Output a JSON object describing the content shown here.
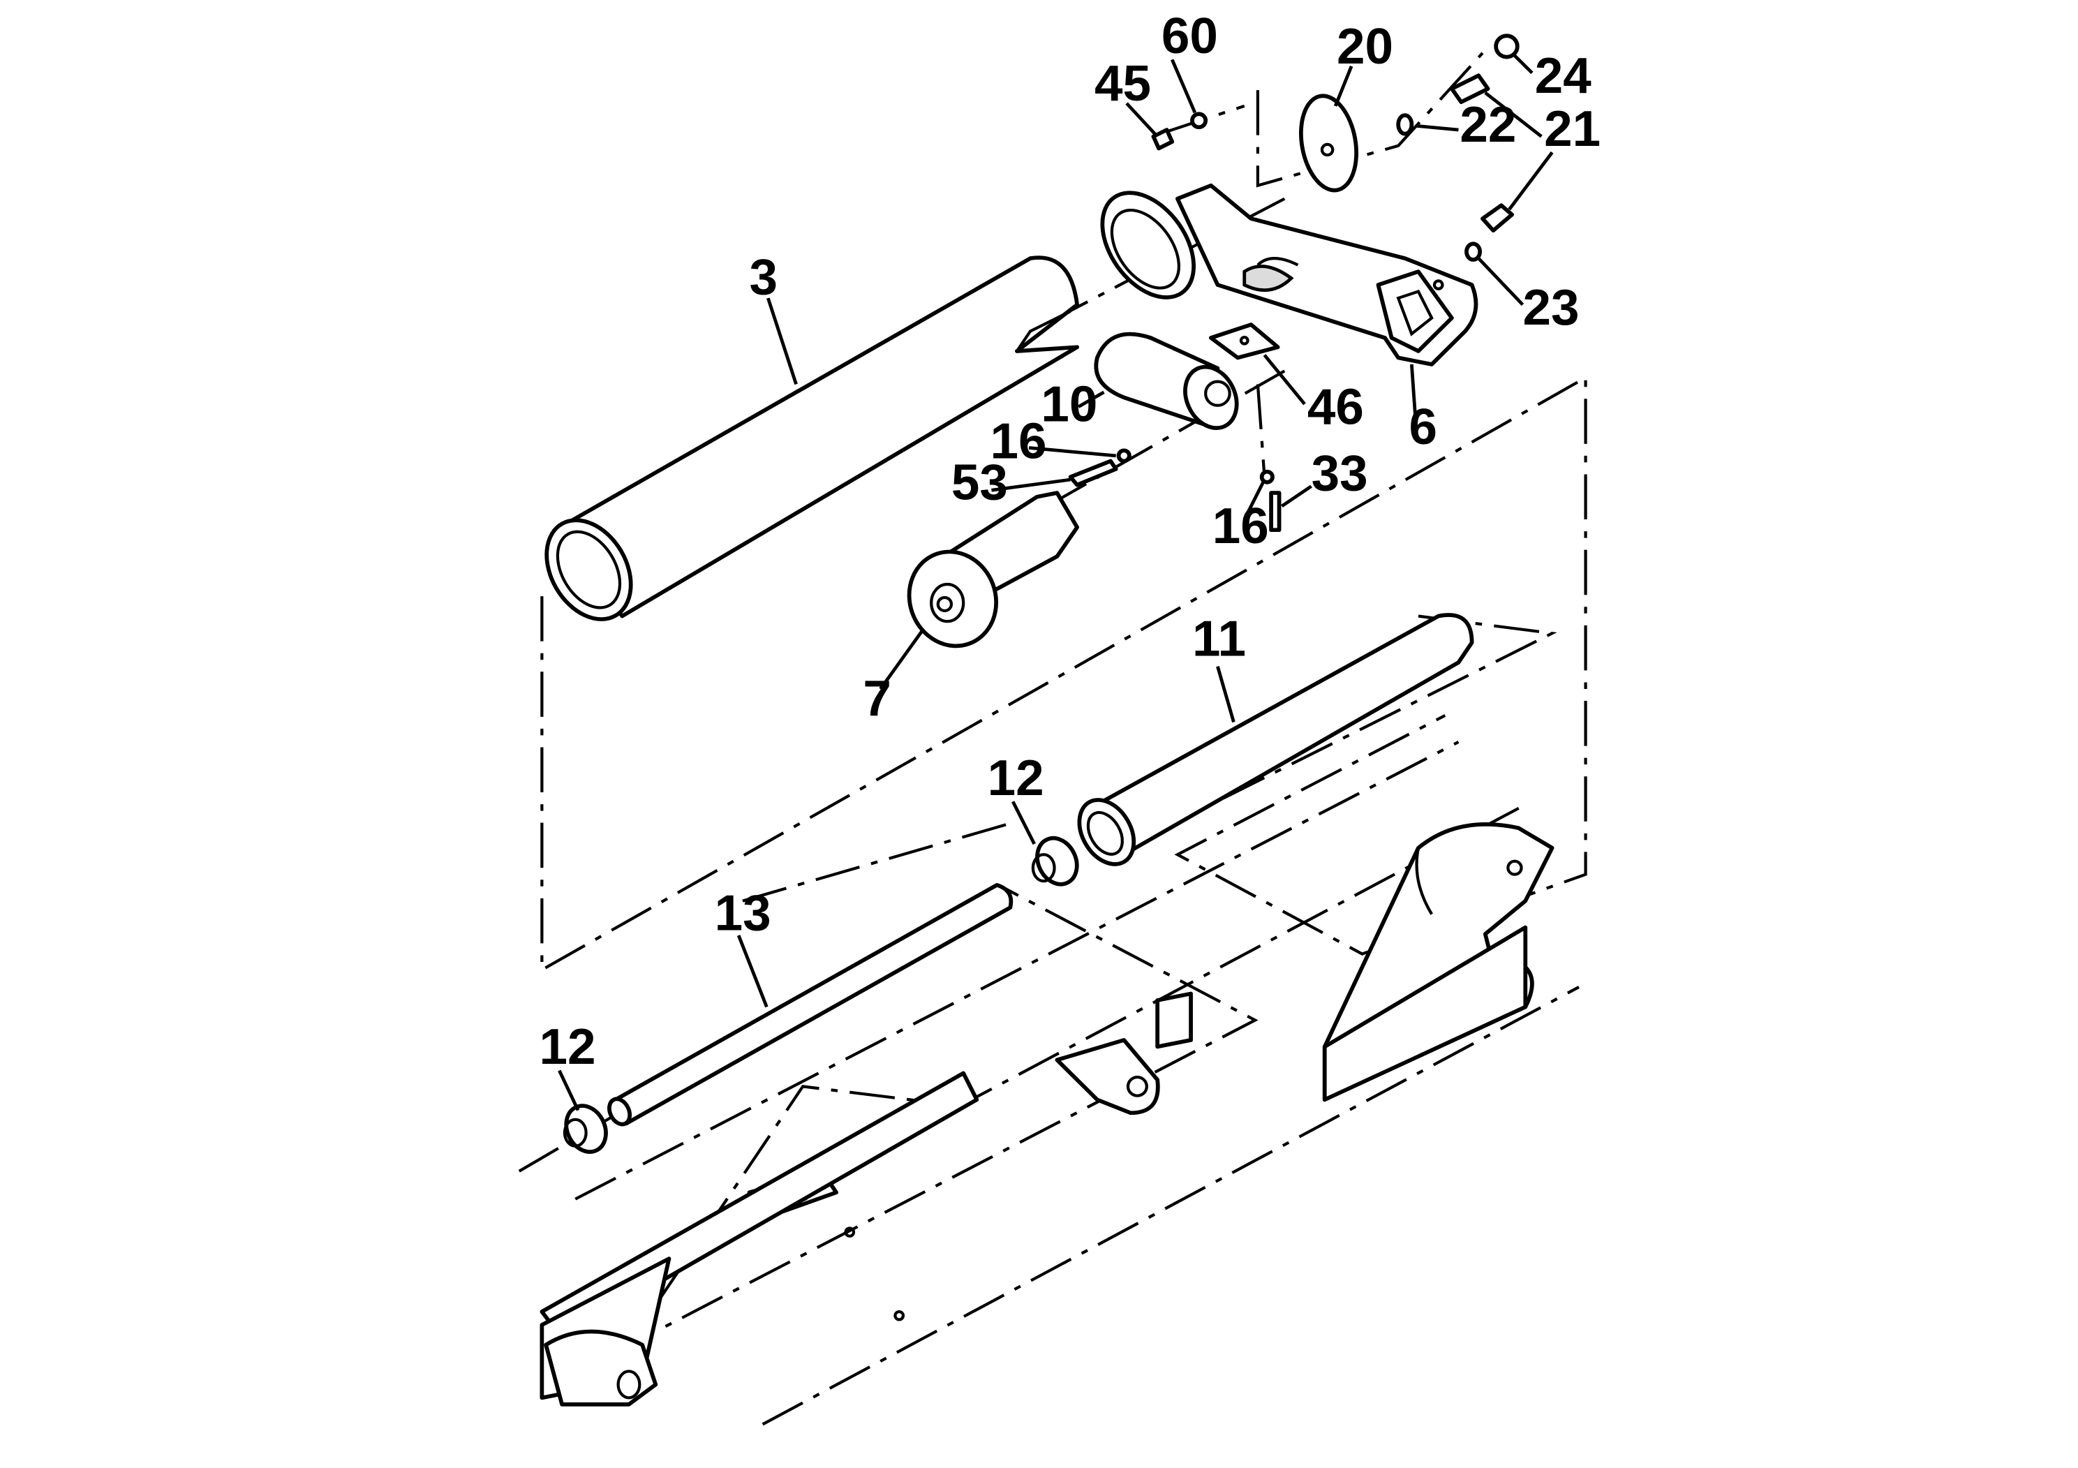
{
  "diagram": {
    "callouts": [
      {
        "id": "60",
        "label": "60"
      },
      {
        "id": "20",
        "label": "20"
      },
      {
        "id": "45",
        "label": "45"
      },
      {
        "id": "24",
        "label": "24"
      },
      {
        "id": "22",
        "label": "22"
      },
      {
        "id": "21",
        "label": "21"
      },
      {
        "id": "3",
        "label": "3"
      },
      {
        "id": "23",
        "label": "23"
      },
      {
        "id": "10",
        "label": "10"
      },
      {
        "id": "46",
        "label": "46"
      },
      {
        "id": "6",
        "label": "6"
      },
      {
        "id": "16a",
        "label": "16"
      },
      {
        "id": "53",
        "label": "53"
      },
      {
        "id": "33",
        "label": "33"
      },
      {
        "id": "16b",
        "label": "16"
      },
      {
        "id": "11",
        "label": "11"
      },
      {
        "id": "7",
        "label": "7"
      },
      {
        "id": "12a",
        "label": "12"
      },
      {
        "id": "13",
        "label": "13"
      },
      {
        "id": "12b",
        "label": "12"
      }
    ]
  }
}
